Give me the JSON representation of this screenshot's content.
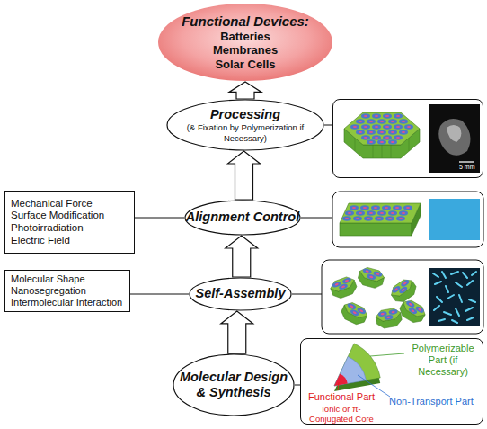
{
  "diagram": {
    "nodes": [
      {
        "text": [
          "Functional Devices:",
          "Batteries Membranes Solar Cells"
        ]
      },
      {
        "text": [
          "Processing",
          "(& Fixation by Polymerization if Necessary)"
        ]
      },
      {
        "text": [
          "5 mm"
        ]
      },
      {
        "text": [
          "Mechanical Force",
          "Surface Modification",
          "Photoirradiation",
          "Electric Field"
        ]
      },
      {
        "text": [
          "Alignment Control"
        ]
      },
      {
        "text": [
          "Molecular Shape",
          "Nanosegregation",
          "Intermolecular Interaction"
        ]
      },
      {
        "text": [
          "Self-Assembly"
        ]
      },
      {
        "text": [
          "Molecular Design & Synthesis"
        ]
      },
      {
        "text": [
          "Polymerizable Part (if Necessary)",
          "Functional Part",
          "Ionic or π-Conjugated Core",
          "Non-Transport Part"
        ]
      }
    ],
    "edges": [
      {
        "from": 1,
        "to": 0,
        "arrow": "to"
      },
      {
        "from": 1,
        "to": 2,
        "arrow": "none"
      },
      {
        "from": 4,
        "to": 1,
        "arrow": "to"
      },
      {
        "from": 3,
        "to": 4,
        "arrow": "none"
      },
      {
        "from": 6,
        "to": 4,
        "arrow": "to"
      },
      {
        "from": 5,
        "to": 6,
        "arrow": "none"
      },
      {
        "from": 7,
        "to": 6,
        "arrow": "to"
      },
      {
        "from": 7,
        "to": 8,
        "arrow": "none"
      }
    ]
  }
}
